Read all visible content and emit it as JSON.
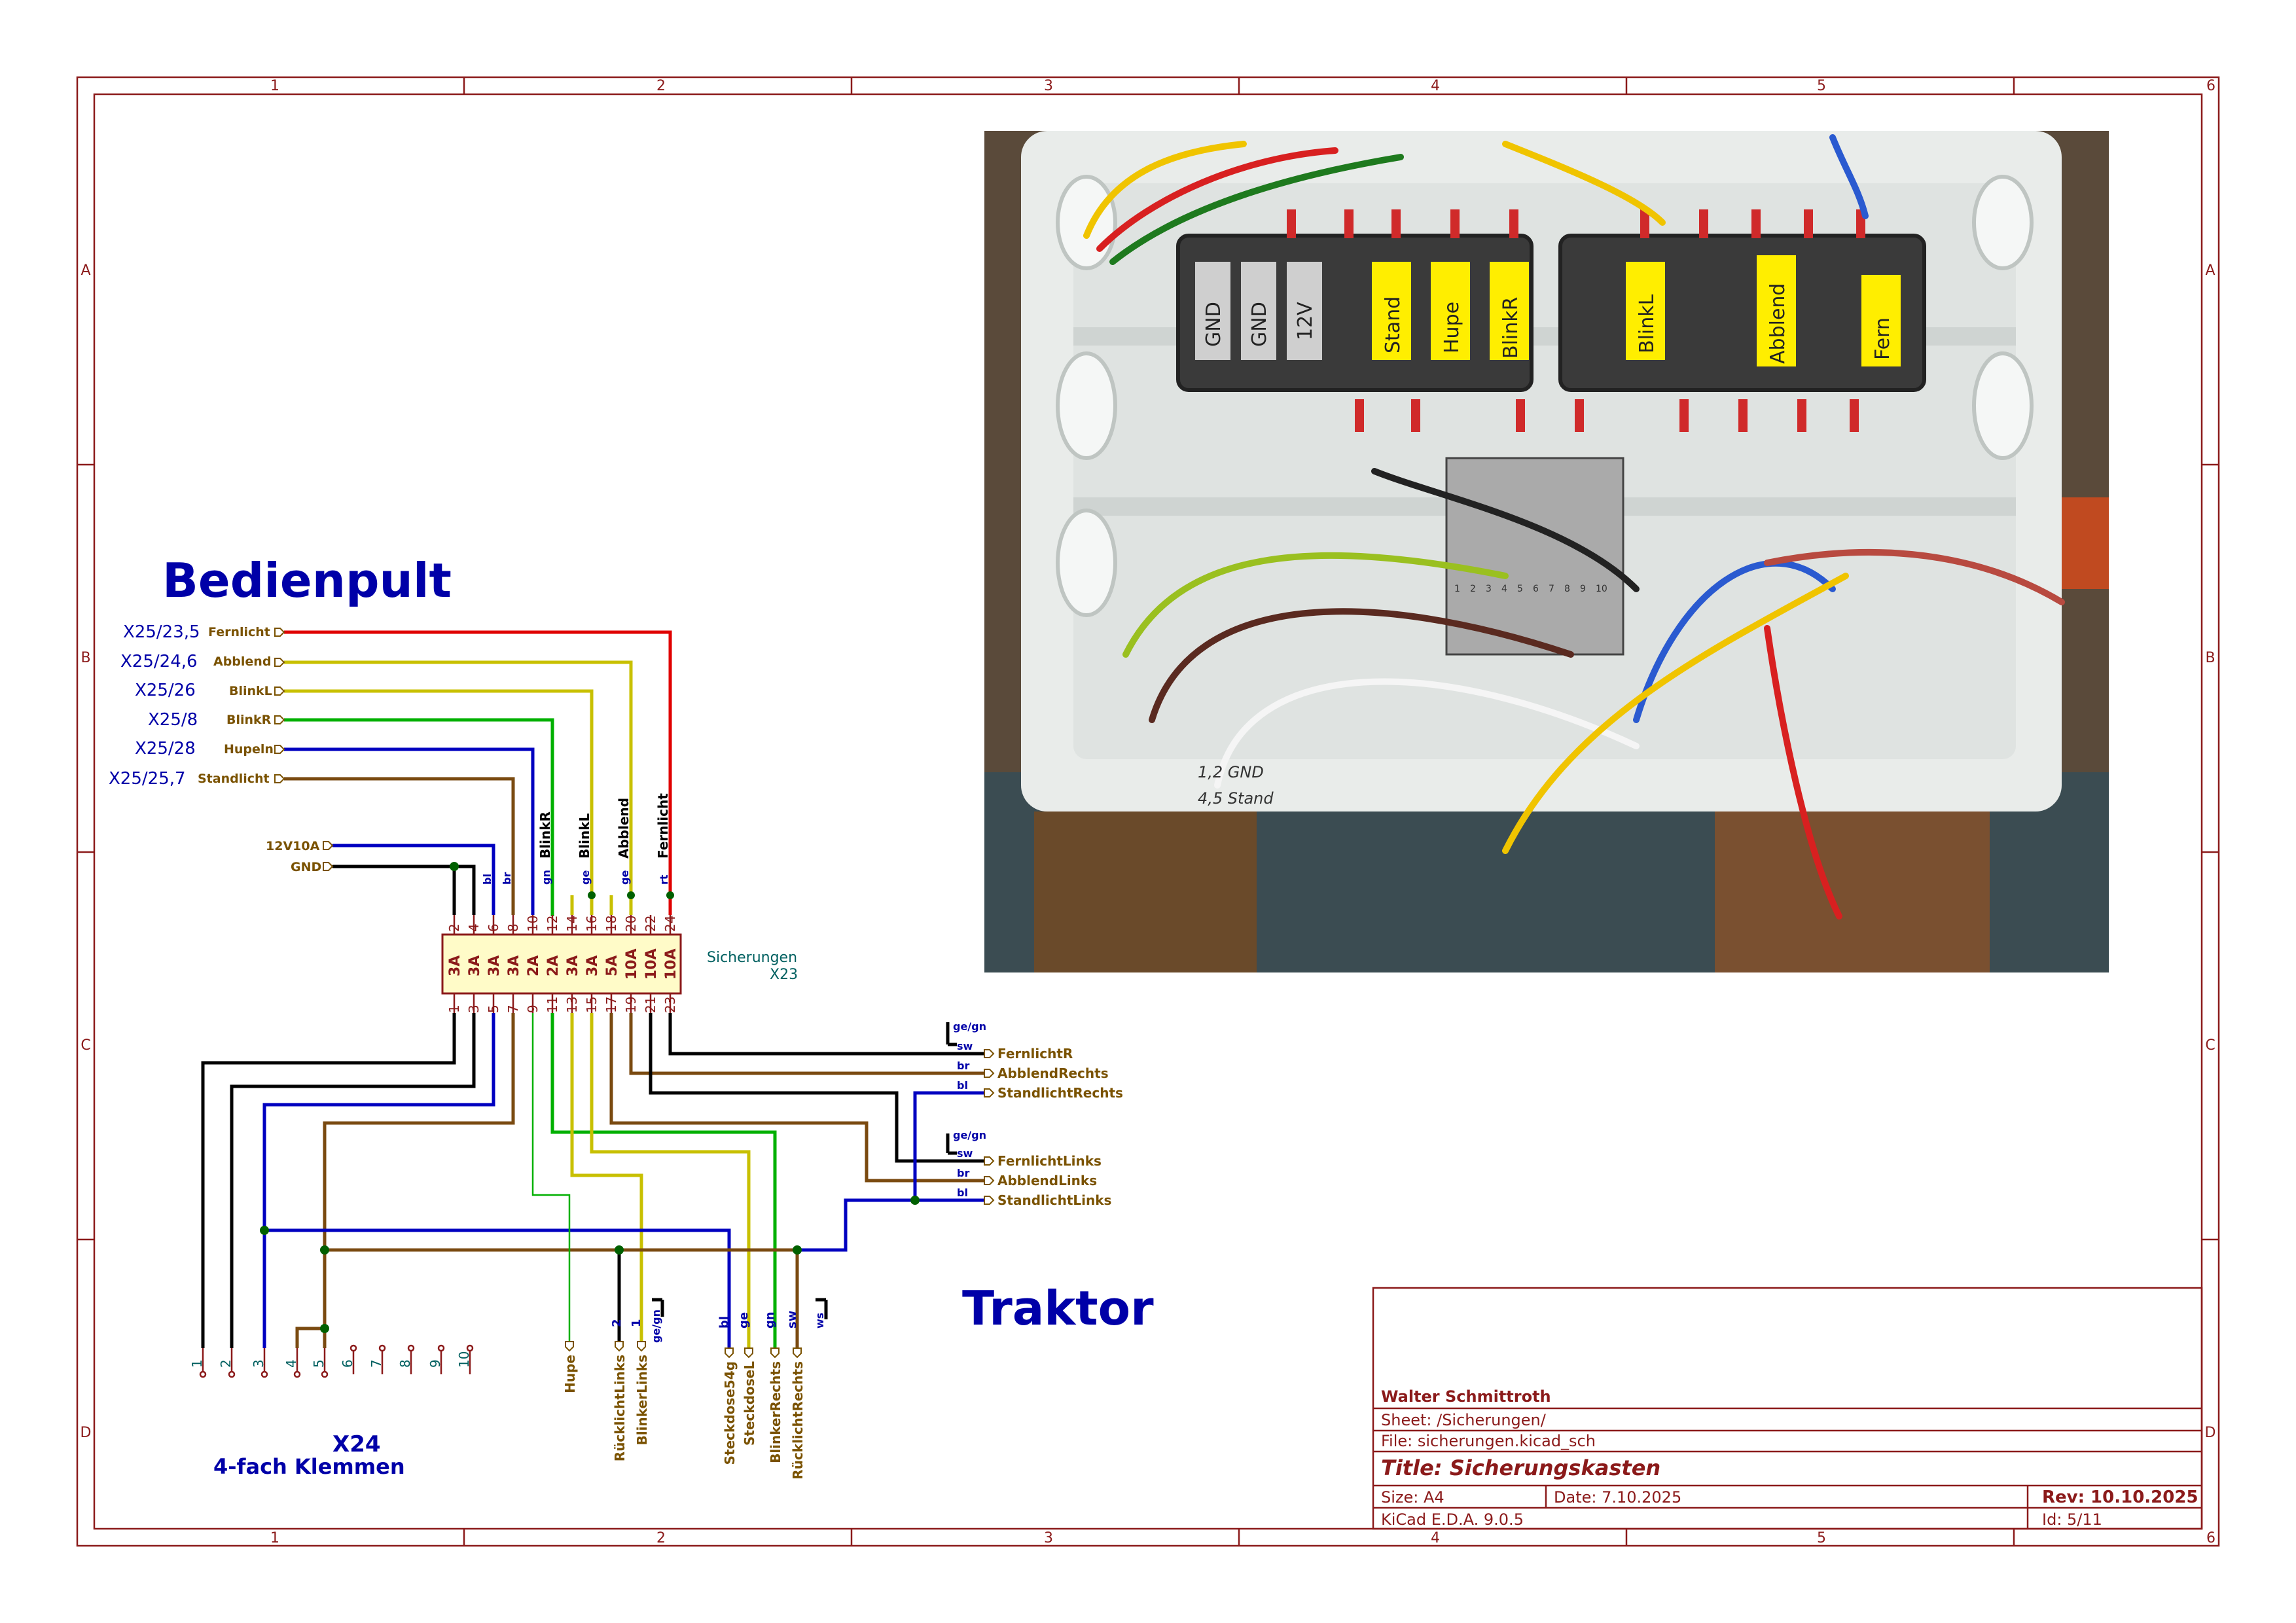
{
  "frame": {
    "columns": [
      "1",
      "2",
      "3",
      "4",
      "5",
      "6"
    ],
    "rows": [
      "A",
      "B",
      "C",
      "D"
    ]
  },
  "headings": {
    "bedienpult": "Bedienpult",
    "traktor": "Traktor",
    "x24_title": "X24",
    "x24_subtitle": "4-fach Klemmen"
  },
  "fuse_block": {
    "name": "Sicherungen",
    "ref": "X23",
    "top_pins": [
      "2",
      "4",
      "6",
      "8",
      "10",
      "12",
      "14",
      "16",
      "18",
      "20",
      "22",
      "24"
    ],
    "bottom_pins": [
      "1",
      "3",
      "5",
      "7",
      "9",
      "11",
      "13",
      "15",
      "17",
      "19",
      "21",
      "23"
    ],
    "ratings": [
      "3A",
      "3A",
      "3A",
      "3A",
      "2A",
      "2A",
      "3A",
      "3A",
      "5A",
      "10A",
      "10A",
      "10A"
    ],
    "vertical_labels": [
      "BlinkR",
      "BlinkL",
      "Abblend",
      "Fernlicht"
    ],
    "top_wire_tags": [
      "bl",
      "br",
      "gn",
      "ge",
      "ge",
      "rt"
    ]
  },
  "inputs": [
    {
      "ref": "X25/23,5",
      "signal": "Fernlicht",
      "color": "#e00000"
    },
    {
      "ref": "X25/24,6",
      "signal": "Abblend",
      "color": "#c8c000"
    },
    {
      "ref": "X25/26",
      "signal": "BlinkL",
      "color": "#c8c000"
    },
    {
      "ref": "X25/8",
      "signal": "BlinkR",
      "color": "#00b000"
    },
    {
      "ref": "X25/28",
      "signal": "Hupeln",
      "color": "#0000c0"
    },
    {
      "ref": "X25/25,7",
      "signal": "Standlicht",
      "color": "#7a4a10"
    }
  ],
  "power": [
    {
      "signal": "12V10A"
    },
    {
      "signal": "GND"
    }
  ],
  "outputs_right": [
    {
      "label": "FernlichtR",
      "tag": "sw"
    },
    {
      "label": "AbblendRechts",
      "tag": "br"
    },
    {
      "label": "StandlichtRechts",
      "tag": "bl"
    },
    {
      "label": "FernlichtLinks",
      "tag": "sw"
    },
    {
      "label": "AbblendLinks",
      "tag": "br"
    },
    {
      "label": "StandlichtLinks",
      "tag": "bl"
    }
  ],
  "ground_tags": [
    "ge/gn",
    "ge/gn",
    "ge/gn",
    "ws"
  ],
  "x24_pins": [
    "1",
    "2",
    "3",
    "4",
    "5",
    "6",
    "7",
    "8",
    "9",
    "10"
  ],
  "bottom_connectors": {
    "hupe": "Hupe",
    "rueck_links": "RücklichtLinks",
    "blinker_links": "BlinkerLinks",
    "pins_left": [
      "2",
      "1"
    ],
    "steckdose54": "Steckdose54g",
    "steckdose_l": "SteckdoseL",
    "blinker_rechts": "BlinkerRechts",
    "rueck_rechts": "RücklichtRechts",
    "tags": [
      "bl",
      "ge",
      "gn",
      "sw"
    ]
  },
  "photo": {
    "fuse_labels_left": [
      "GND",
      "GND",
      "12V",
      "Stand",
      "Hupe",
      "BlinkR"
    ],
    "fuse_labels_right": [
      "BlinkL",
      "Abblend",
      "Fern"
    ],
    "terminal_numbers": [
      "1",
      "2",
      "3",
      "4",
      "5",
      "6",
      "7",
      "8",
      "9",
      "10"
    ],
    "handwriting": [
      "1,2 GND",
      "4,5 Stand"
    ]
  },
  "title_block": {
    "author": "Walter Schmittroth",
    "sheet": "Sheet: /Sicherungen/",
    "file": "File: sicherungen.kicad_sch",
    "title": "Title: Sicherungskasten",
    "size": "Size: A4",
    "date": "Date: 7.10.2025",
    "rev": "Rev: 10.10.2025",
    "tool": "KiCad E.D.A. 9.0.5",
    "id": "Id: 5/11"
  }
}
